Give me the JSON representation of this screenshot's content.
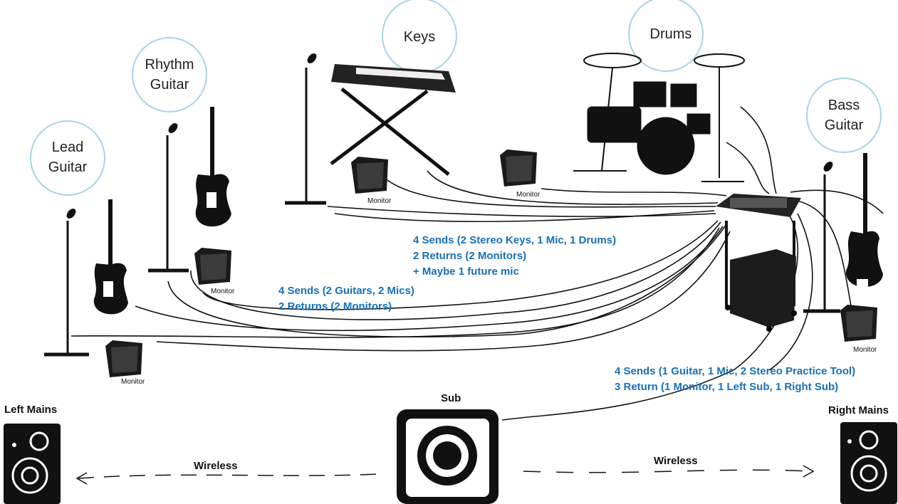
{
  "musicians": {
    "lead_guitar": "Lead\nGuitar",
    "rhythm_guitar": "Rhythm\nGuitar",
    "keys": "Keys",
    "drums": "Drums",
    "bass_guitar": "Bass\nGuitar"
  },
  "monitor_label": "Monitor",
  "notes": {
    "keys_drums_sends": "4 Sends (2 Stereo Keys, 1 Mic, 1 Drums)",
    "keys_drums_returns": "2 Returns (2 Monitors)",
    "keys_drums_future": "+ Maybe 1 future mic",
    "guitars_sends": "4 Sends (2 Guitars, 2 Mics)",
    "guitars_returns": "2 Returns (2 Monitors)",
    "bass_sends": "4 Sends (1 Guitar, 1 Mic, 2 Stereo Practice Tool)",
    "bass_returns": "3 Return (1 Monitor, 1 Left Sub, 1 Right Sub)"
  },
  "speakers": {
    "left": "Left Mains",
    "sub": "Sub",
    "right": "Right Mains"
  },
  "wireless_left": "Wireless",
  "wireless_right": "Wireless",
  "colors": {
    "note_text": "#1a6fb5",
    "circle_stroke": "#a8d4e6"
  }
}
